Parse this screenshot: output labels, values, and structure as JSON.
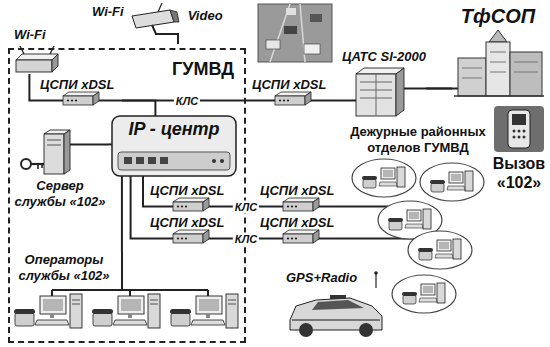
{
  "diagram": {
    "nodes": [
      {
        "text": [
          "ГУМВД"
        ]
      },
      {
        "text": [
          "Wi-Fi"
        ],
        "in": 0
      },
      {
        "text": [
          "ЦСПИ xDSL"
        ],
        "in": 0
      },
      {
        "text": [
          "IP - центр"
        ],
        "in": 0
      },
      {
        "text": [
          "Сервер службы «102»"
        ],
        "in": 0
      },
      {
        "text": [
          "ЦСПИ xDSL"
        ],
        "in": 0
      },
      {
        "text": [
          "ЦСПИ xDSL"
        ],
        "in": 0
      },
      {
        "text": [
          "Операторы службы «102»"
        ],
        "in": 0
      },
      {
        "text": [
          "Wi-Fi",
          "Video"
        ]
      },
      {
        "text": [
          "ЦСПИ xDSL"
        ]
      },
      {
        "text": [
          "ЦАТС SI-2000"
        ]
      },
      {
        "text": [
          "ТфСОП"
        ]
      },
      {
        "text": [
          "Дежурные районных отделов ГУМВД"
        ]
      },
      {
        "text": [
          "ЦСПИ xDSL"
        ]
      },
      {
        "text": [
          "ЦСПИ xDSL"
        ]
      },
      {
        "text": [
          "Вызов «102»"
        ]
      },
      {
        "text": [
          "GPS+Radio"
        ]
      }
    ],
    "edges": [
      {
        "from": 1,
        "to": 2,
        "arrow": "none"
      },
      {
        "from": 2,
        "to": 3,
        "arrow": "none"
      },
      {
        "from": 2,
        "to": 9,
        "label": "КЛС",
        "arrow": "none"
      },
      {
        "from": 9,
        "to": 10,
        "arrow": "none"
      },
      {
        "from": 10,
        "to": 11,
        "arrow": "none"
      },
      {
        "from": 4,
        "to": 3,
        "arrow": "none"
      },
      {
        "from": 3,
        "to": 5,
        "arrow": "none"
      },
      {
        "from": 3,
        "to": 6,
        "arrow": "none"
      },
      {
        "from": 3,
        "to": 7,
        "arrow": "none"
      },
      {
        "from": 5,
        "to": 13,
        "label": "КЛС",
        "arrow": "none"
      },
      {
        "from": 6,
        "to": 14,
        "label": "КЛС",
        "arrow": "none"
      },
      {
        "from": 13,
        "to": 12,
        "arrow": "none"
      },
      {
        "from": 14,
        "to": 12,
        "arrow": "none"
      }
    ]
  }
}
